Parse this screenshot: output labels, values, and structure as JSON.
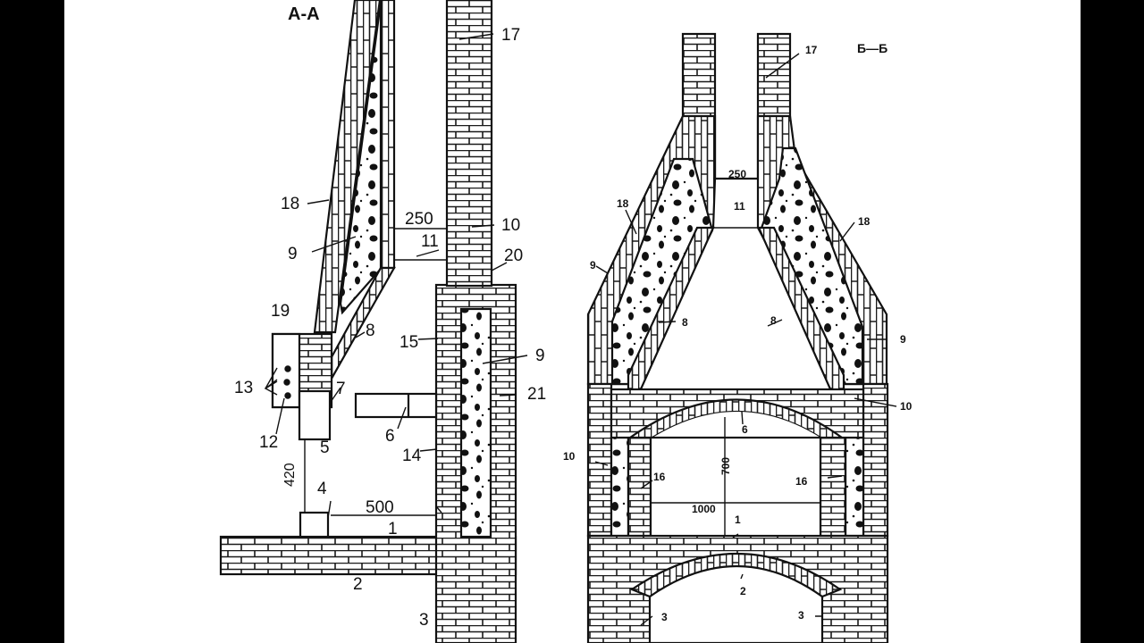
{
  "left_section": {
    "title": "А-А",
    "labels": {
      "n17": "17",
      "n18": "18",
      "n9a": "9",
      "d250": "250",
      "n10": "10",
      "n11": "11",
      "n20": "20",
      "n19": "19",
      "n8": "8",
      "n15": "15",
      "n9b": "9",
      "n13": "13",
      "n7": "7",
      "n21": "21",
      "n12": "12",
      "n6": "6",
      "n5": "5",
      "n14": "14",
      "d420": "420",
      "n4": "4",
      "d500": "500",
      "n1": "1",
      "n2": "2",
      "n3": "3"
    }
  },
  "right_section": {
    "title": "Б—Б",
    "labels": {
      "n17": "17",
      "d250": "250",
      "n18a": "18",
      "n18b": "18",
      "n11": "11",
      "n9a": "9",
      "n8a": "8",
      "n8b": "8",
      "n9b": "9",
      "n10a": "10",
      "n6": "6",
      "n10b": "10",
      "d700": "700",
      "n16a": "16",
      "n16b": "16",
      "d1000": "1000",
      "n1": "1",
      "n2": "2",
      "n3a": "3",
      "n3b": "3"
    }
  }
}
